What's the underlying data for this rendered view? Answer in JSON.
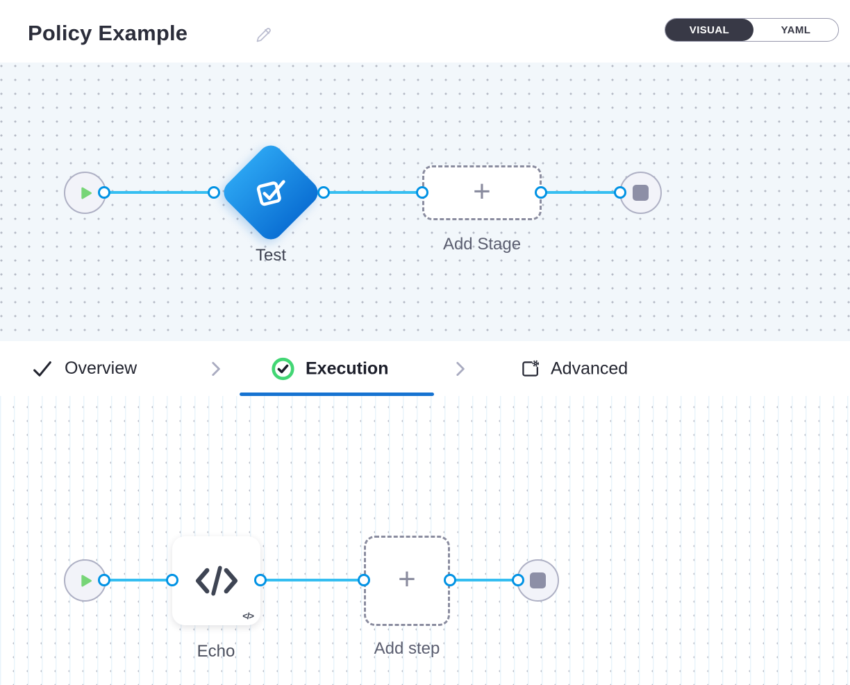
{
  "header": {
    "title": "Policy Example",
    "view_toggle": {
      "visual_label": "VISUAL",
      "yaml_label": "YAML",
      "selected": "VISUAL"
    }
  },
  "stage_pipeline": {
    "stage_label": "Test",
    "add_stage_label": "Add Stage"
  },
  "tabs": {
    "overview_label": "Overview",
    "execution_label": "Execution",
    "advanced_label": "Advanced",
    "active_tab": "Execution"
  },
  "step_pipeline": {
    "step_label": "Echo",
    "add_step_label": "Add step"
  },
  "icons": {
    "plus": "+",
    "step_code_badge": "</>",
    "edit": "pencil",
    "start": "play-triangle",
    "end": "stop-square",
    "overview": "checkmark",
    "execution": "check-circle-green",
    "advanced": "panel-with-gear",
    "separator": "chevron-right",
    "stage_test": "stamp-check"
  },
  "colors": {
    "accent_blue": "#1673d1",
    "connector_blue": "#35bef1",
    "port_ring_blue": "#0092e4",
    "diamond_gradient_start": "#2aa3f1",
    "diamond_gradient_end": "#0b70d4",
    "success_green": "#42d674",
    "play_green": "#77d577",
    "dark_text": "#2b2d3a",
    "toggle_dark": "#383946",
    "stage_canvas_bg": "#f2f7fb"
  }
}
